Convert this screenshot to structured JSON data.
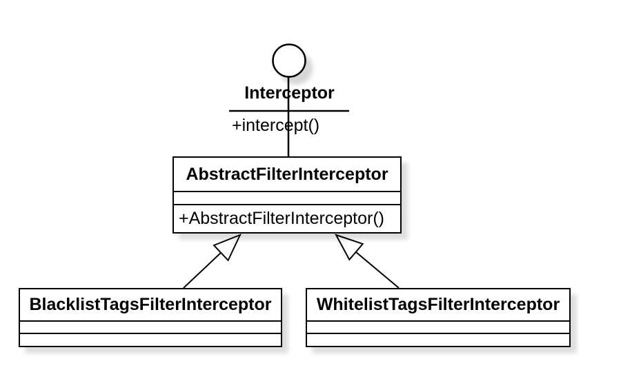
{
  "diagram": {
    "kind": "uml-class-diagram",
    "background_color": "#ffffff",
    "line_color": "#000000",
    "shadow_color": "#dcdcdc",
    "interface": {
      "name": "Interceptor",
      "notation": "lollipop",
      "methods": [
        "+intercept()"
      ]
    },
    "classes": [
      {
        "name": "AbstractFilterInterceptor",
        "attributes": [],
        "methods": [
          "+AbstractFilterInterceptor()"
        ]
      },
      {
        "name": "BlacklistTagsFilterInterceptor",
        "attributes": [],
        "methods": []
      },
      {
        "name": "WhitelistTagsFilterInterceptor",
        "attributes": [],
        "methods": []
      }
    ],
    "relationships": [
      {
        "from": "AbstractFilterInterceptor",
        "to": "Interceptor",
        "type": "realization-line"
      },
      {
        "from": "BlacklistTagsFilterInterceptor",
        "to": "AbstractFilterInterceptor",
        "type": "generalization"
      },
      {
        "from": "WhitelistTagsFilterInterceptor",
        "to": "AbstractFilterInterceptor",
        "type": "generalization"
      }
    ]
  }
}
